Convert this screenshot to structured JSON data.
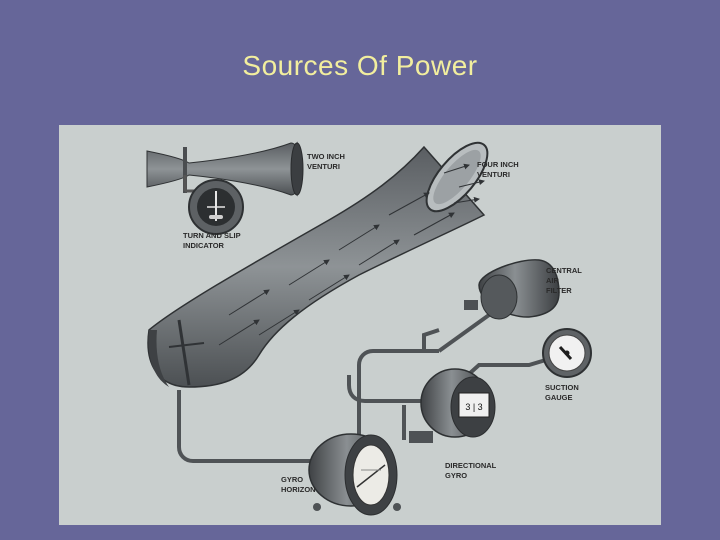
{
  "slide": {
    "title": "Sources Of Power"
  },
  "labels": {
    "two_inch_venturi": [
      "TWO INCH",
      "VENTURI"
    ],
    "four_inch_venturi": [
      "FOUR INCH",
      "VENTURI"
    ],
    "turn_and_slip_indicator": [
      "TURN AND SLIP",
      "INDICATOR"
    ],
    "central_air_filter": [
      "CENTRAL",
      "AIR",
      "FILTER"
    ],
    "suction_gauge": [
      "SUCTION",
      "GAUGE"
    ],
    "directional_gyro": [
      "DIRECTIONAL",
      "GYRO"
    ],
    "gyro_horizon": [
      "GYRO",
      "HORIZON"
    ]
  },
  "colors": {
    "background": "#666699",
    "title": "#f2ee9e",
    "panel": "#c9cfce",
    "metal_dark": "#4a4d50",
    "metal_mid": "#6e7275"
  },
  "icons": [
    "turn-and-slip-instrument-icon",
    "gyro-horizon-instrument-icon",
    "directional-gyro-instrument-icon",
    "suction-gauge-instrument-icon"
  ]
}
